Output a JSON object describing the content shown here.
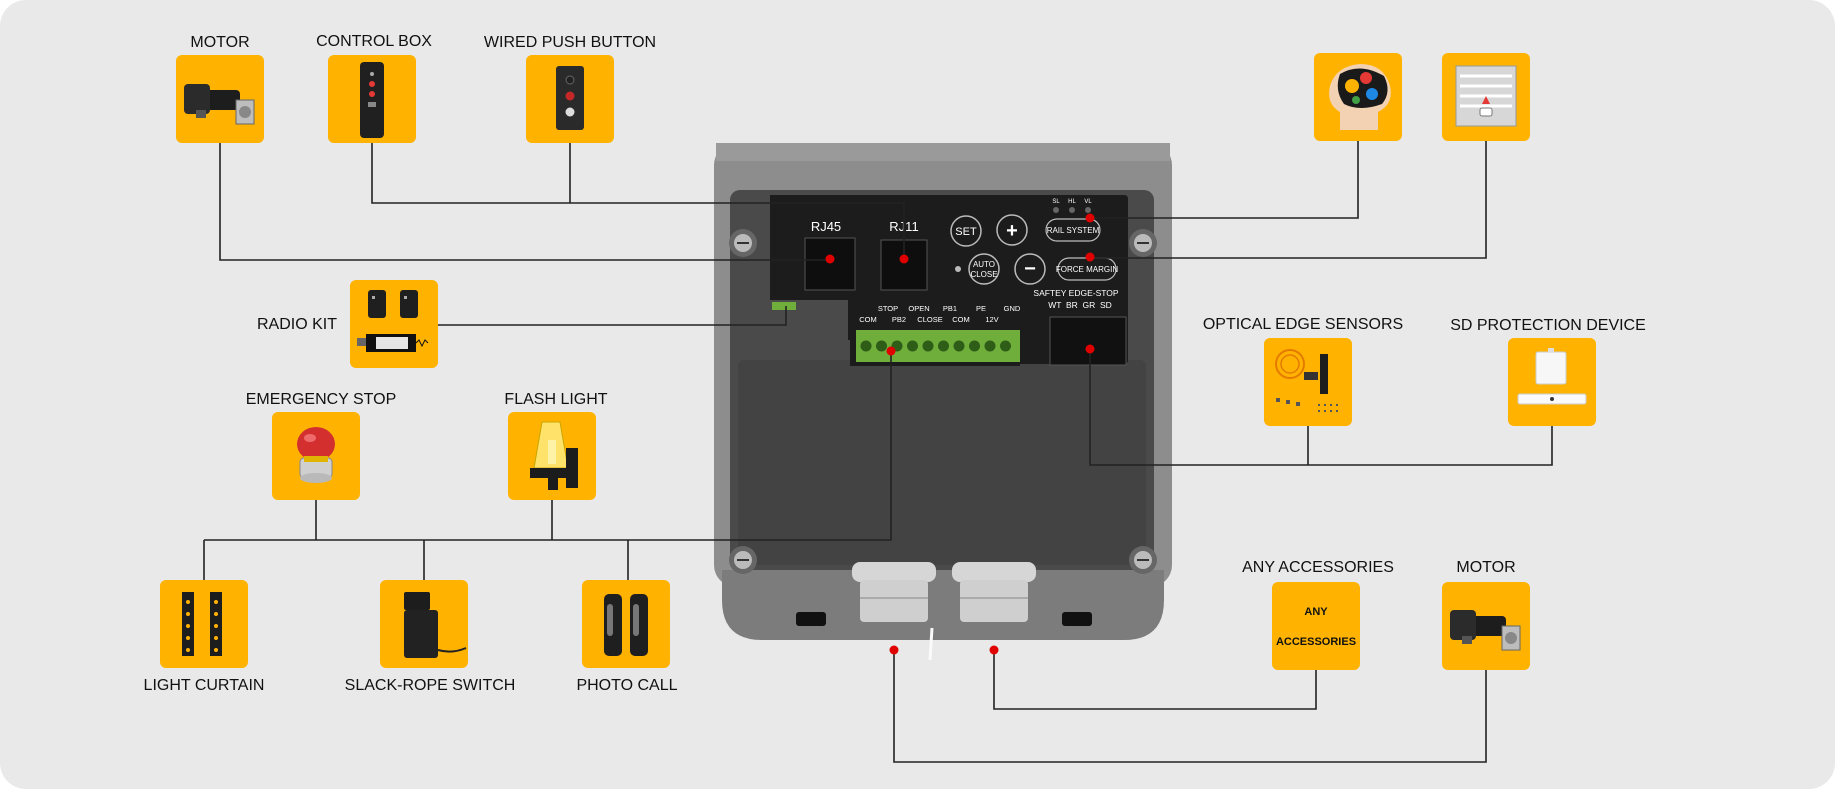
{
  "colors": {
    "background": "#e9e9e9",
    "tile": "#ffb300",
    "enclosure": "#8d8d8d",
    "enclosure_inner": "#4a4a4a",
    "panel": "#1c1c1c",
    "terminal": "#7bc043",
    "connector_dot": "#e00000",
    "line": "#222222"
  },
  "components": {
    "motor_top": "MOTOR",
    "control_box": "CONTROL BOX",
    "wired_push_button": "WIRED PUSH BUTTON",
    "radio_kit": "RADIO KIT",
    "emergency_stop": "EMERGENCY STOP",
    "flash_light": "FLASH LIGHT",
    "light_curtain": "LIGHT CURTAIN",
    "slack_rope_switch": "SLACK-ROPE SWITCH",
    "photo_call": "PHOTO CALL",
    "optical_edge_sensors": "OPTICAL EDGE SENSORS",
    "sd_protection_device": "SD PROTECTION DEVICE",
    "any_accessories": "ANY ACCESSORIES",
    "motor_bottom": "MOTOR"
  },
  "icons": {
    "motor": "motor-icon",
    "control_box": "control-box-icon",
    "push_button": "push-button-icon",
    "brain": "brain-gears-icon",
    "door": "garage-door-icon",
    "radio_kit": "radio-kit-icon",
    "emergency_stop": "emergency-stop-icon",
    "flash_light": "flash-light-icon",
    "light_curtain": "light-curtain-icon",
    "slack_rope": "slack-rope-switch-icon",
    "photo_call": "photo-cell-icon",
    "optical_edge": "optical-edge-sensor-icon",
    "sd_device": "sd-protection-icon"
  },
  "accessories_tile": {
    "line1": "ANY",
    "line2": "ACCESSORIES"
  },
  "panel": {
    "rj45": "RJ45",
    "rj11": "RJ11",
    "set": "SET",
    "plus": "+",
    "minus": "−",
    "auto": "AUTO",
    "close": "CLOSE",
    "rail_system": "RAIL SYSTEM",
    "force_margin": "FORCE MARGIN",
    "leds": [
      "SL",
      "HL",
      "VL"
    ],
    "safety_edge_stop": "SAFTEY EDGE-STOP",
    "safety_terminals": "WT  BR  GR  SD",
    "terminal_top": [
      "STOP",
      "OPEN",
      "PB1",
      "PE",
      "GND"
    ],
    "terminal_bottom": [
      "COM",
      "PB2",
      "CLOSE",
      "COM",
      "12V"
    ]
  }
}
